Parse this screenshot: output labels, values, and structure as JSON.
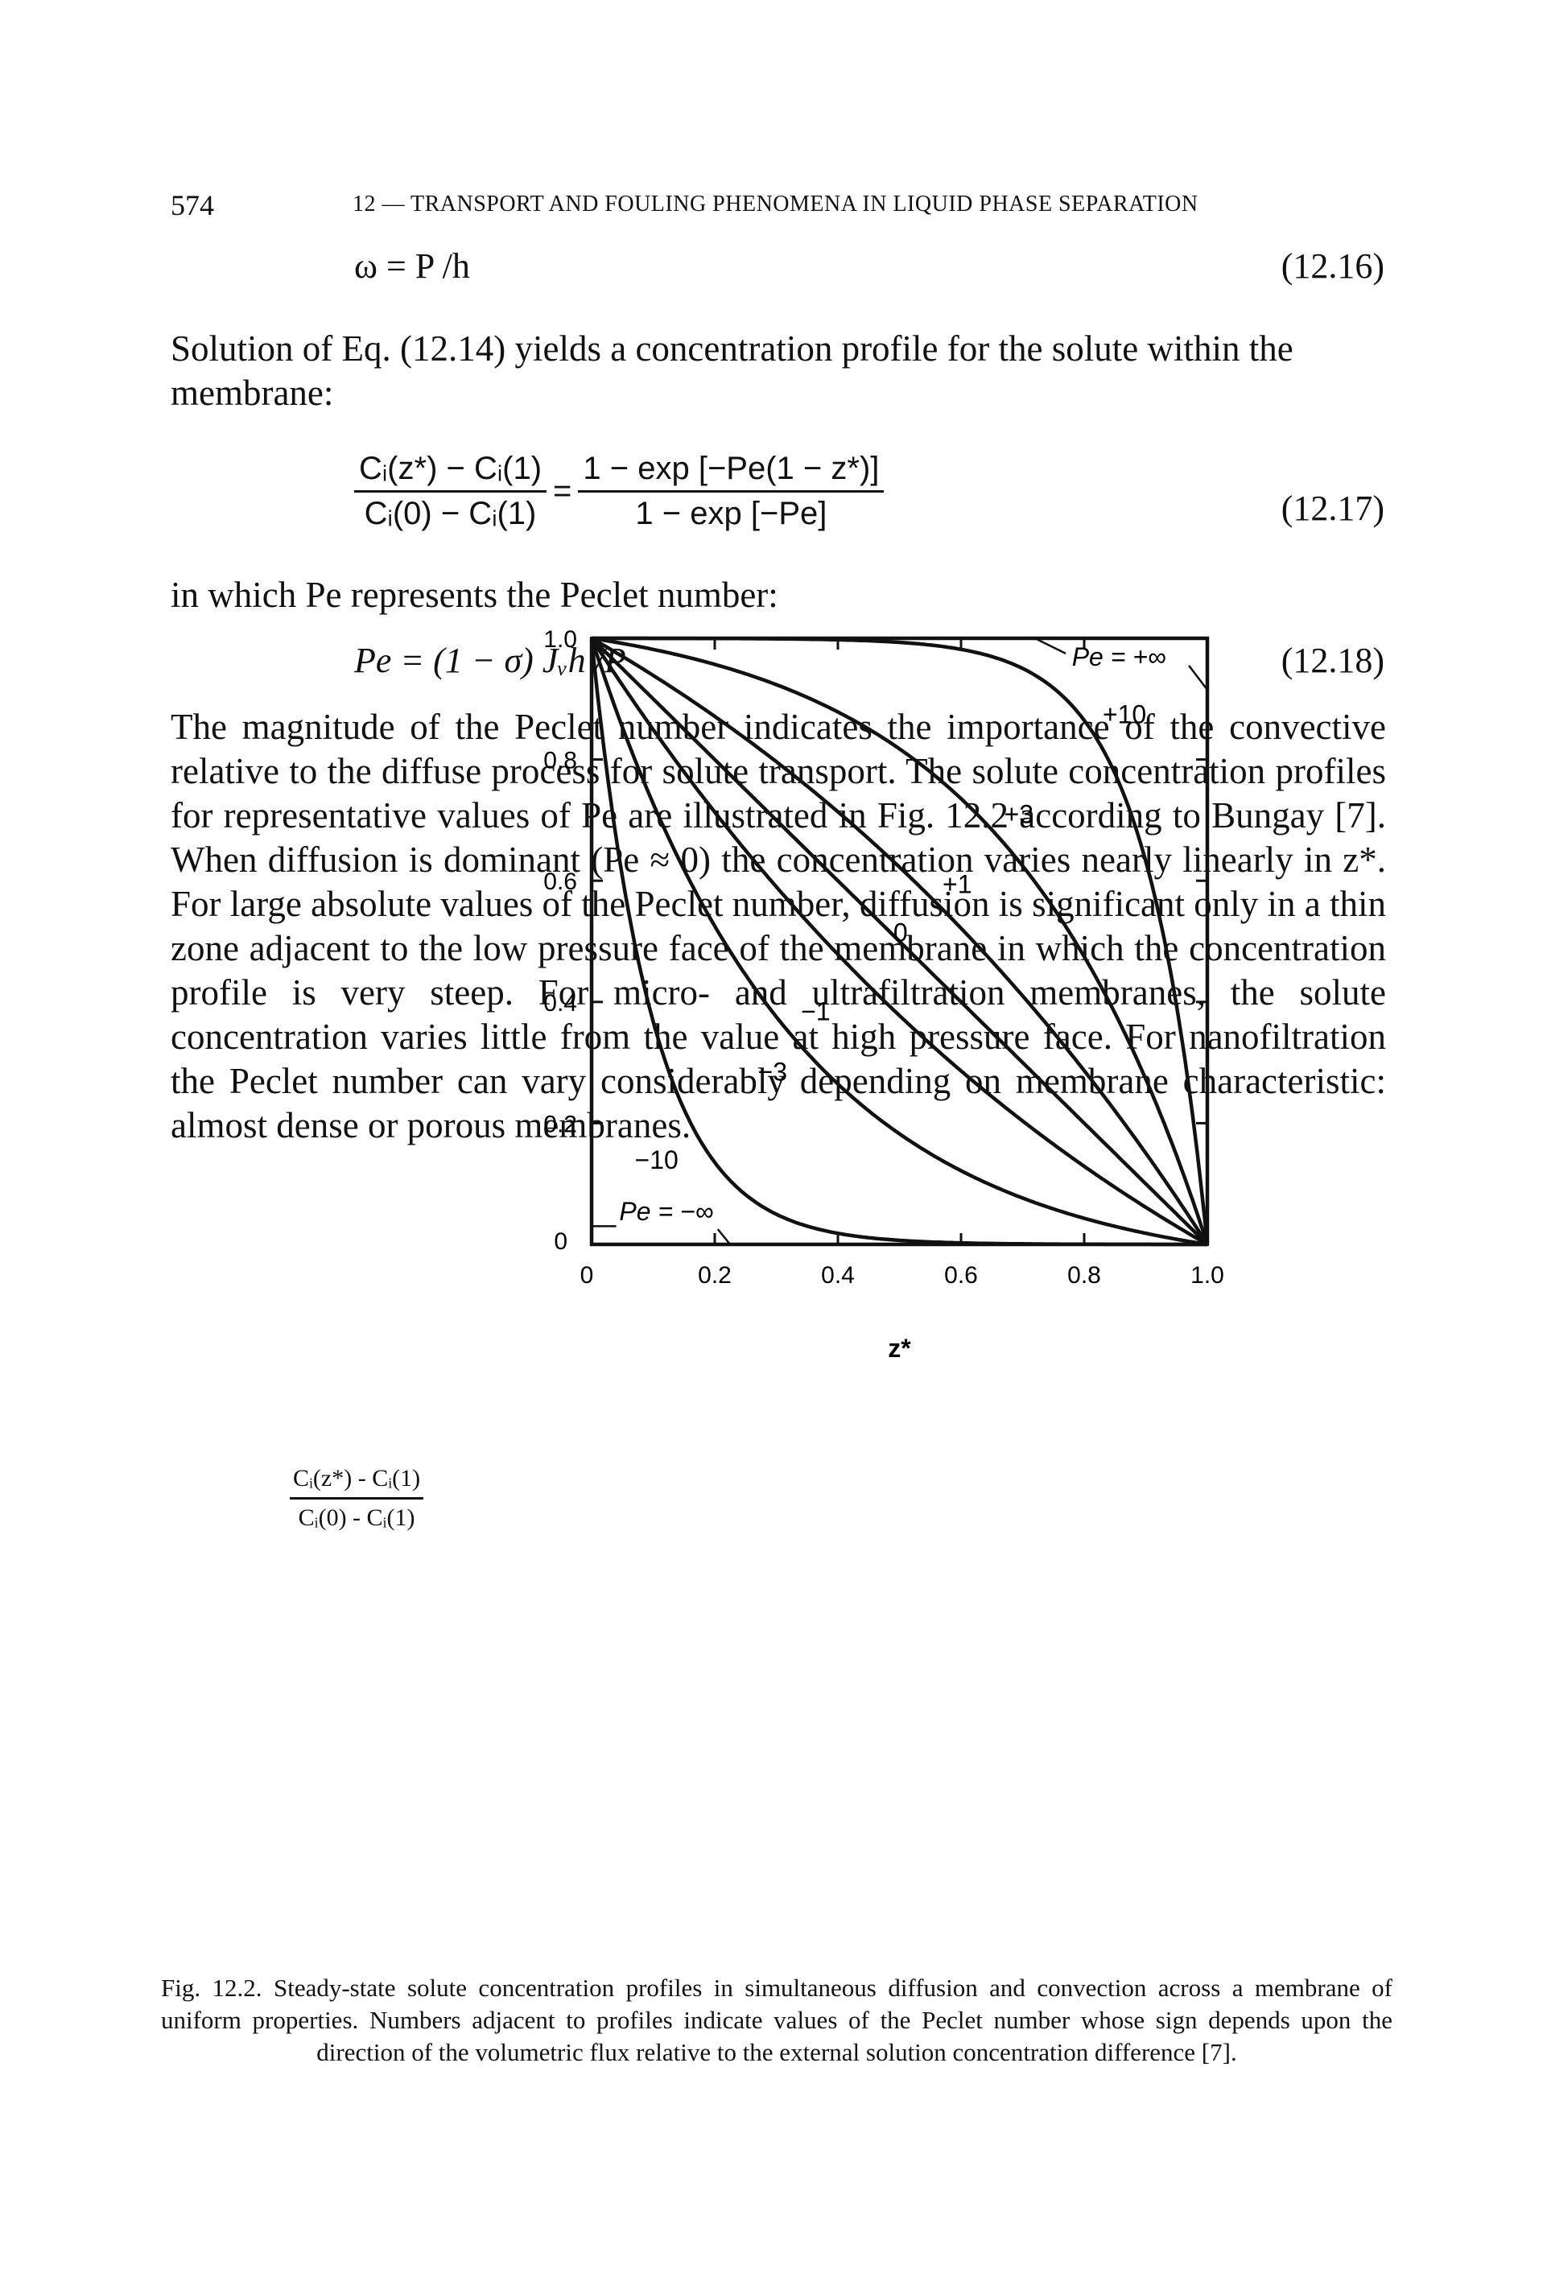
{
  "header": {
    "page_number": "574",
    "running_title": "12 — TRANSPORT AND FOULING PHENOMENA IN LIQUID PHASE SEPARATION"
  },
  "eq_12_16": {
    "text": "ω = P /h",
    "number": "(12.16)"
  },
  "para_1": "Solution of Eq. (12.14) yields a concentration profile for the solute within the membrane:",
  "eq_12_17": {
    "lhs_num": "Cᵢ(z*) − Cᵢ(1)",
    "lhs_den": "Cᵢ(0) − Cᵢ(1)",
    "equals": "=",
    "rhs_num": "1 − exp [−Pe(1 − z*)]",
    "rhs_den": "1 − exp [−Pe]",
    "number": "(12.17)"
  },
  "para_2": "in which Pe represents the Peclet number:",
  "eq_12_18": {
    "text": "Pe = (1 − σ) Jᵥh /P",
    "number": "(12.18)"
  },
  "para_3": "The magnitude of the Peclet number indicates the importance of the convective relative to the diffuse process for solute transport. The solute concentration profiles for representative values of Pe are illustrated in Fig. 12.2 according to Bungay [7]. When diffusion is dominant (Pe ≈ 0) the concentration varies nearly linearly in z*. For large absolute values of the Peclet number, diffusion is significant only in a thin zone adjacent to the low pressure face of the membrane in which the concentration profile is very steep. For micro- and ultrafiltration membranes, the solute concentration varies little from the value at high pressure face. For nanofiltration the Peclet number can vary considerably depending on membrane characteristic: almost dense or porous membranes.",
  "figure": {
    "ylabel_num": "Cᵢ(z*) - Cᵢ(1)",
    "ylabel_den": "Cᵢ(0) - Cᵢ(1)",
    "xlabel": "z*",
    "caption": "Fig. 12.2. Steady-state solute concentration profiles in simultaneous diffusion and convection across a membrane of uniform properties. Numbers adjacent to profiles indicate values of the Peclet number whose sign depends upon the direction of the volumetric flux relative to the external solution concentration difference [7]."
  },
  "chart_data": {
    "type": "line",
    "xlabel": "z*",
    "ylabel": "Ci(z*) - Ci(1) / Ci(0) - Ci(1)",
    "xlim": [
      0,
      1.0
    ],
    "ylim": [
      0,
      1.0
    ],
    "x_ticks": [
      "0",
      "0.2",
      "0.4",
      "0.6",
      "0.8",
      "1.0"
    ],
    "y_ticks": [
      "0",
      "0.2",
      "0.4",
      "0.6",
      "0.8",
      "1.0"
    ],
    "x": [
      0,
      0.2,
      0.4,
      0.6,
      0.8,
      1.0
    ],
    "grid": false,
    "series": [
      {
        "name": "Pe = +∞",
        "pe": "inf"
      },
      {
        "name": "+10",
        "pe": 10,
        "values": [
          1.0,
          1.0,
          0.998,
          0.982,
          0.865,
          0.0
        ]
      },
      {
        "name": "+3",
        "pe": 3,
        "values": [
          1.0,
          0.95,
          0.85,
          0.69,
          0.43,
          0.0
        ]
      },
      {
        "name": "+1",
        "pe": 1,
        "values": [
          1.0,
          0.88,
          0.73,
          0.52,
          0.28,
          0.0
        ]
      },
      {
        "name": "0",
        "pe": 0,
        "values": [
          1.0,
          0.8,
          0.6,
          0.4,
          0.2,
          0.0
        ]
      },
      {
        "name": "−1",
        "pe": -1,
        "values": [
          1.0,
          0.72,
          0.48,
          0.27,
          0.12,
          0.0
        ]
      },
      {
        "name": "−3",
        "pe": -3,
        "values": [
          1.0,
          0.57,
          0.31,
          0.15,
          0.05,
          0.0
        ]
      },
      {
        "name": "−10",
        "pe": -10,
        "values": [
          1.0,
          0.135,
          0.018,
          0.002,
          0.0,
          0.0
        ]
      },
      {
        "name": "Pe = −∞",
        "pe": "-inf"
      }
    ],
    "labels": {
      "pe_pos_inf": "Pe = +∞",
      "pe_neg_inf": "Pe = −∞",
      "p10": "+10",
      "p3": "+3",
      "p1": "+1",
      "zero": "0",
      "m1": "−1",
      "m3": "−3",
      "m10": "−10"
    }
  }
}
